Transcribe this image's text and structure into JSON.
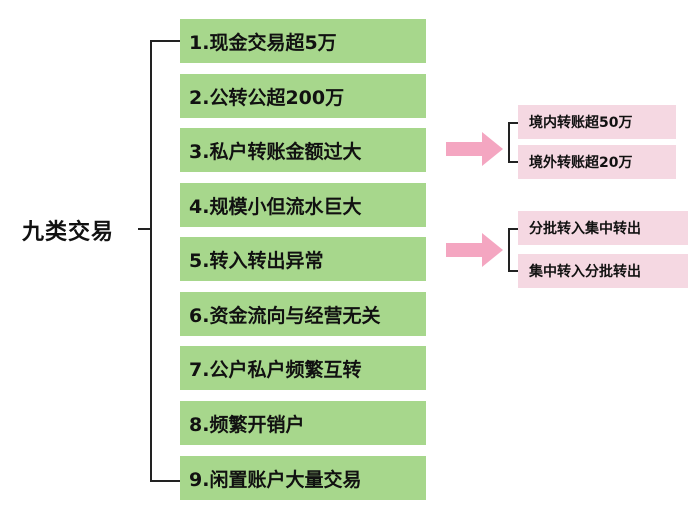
{
  "root": {
    "label": "九类交易"
  },
  "items": [
    {
      "label": "1.现金交易超5万"
    },
    {
      "label": "2.公转公超200万"
    },
    {
      "label": "3.私户转账金额过大",
      "subitems": [
        "境内转账超50万",
        "境外转账超20万"
      ]
    },
    {
      "label": "4.规模小但流水巨大"
    },
    {
      "label": "5.转入转出异常",
      "subitems": [
        "分批转入集中转出",
        "集中转入分批转出"
      ]
    },
    {
      "label": "6.资金流向与经营无关"
    },
    {
      "label": "7.公户私户频繁互转"
    },
    {
      "label": "8.频繁开销户"
    },
    {
      "label": "9.闲置账户大量交易"
    }
  ],
  "colors": {
    "item_fill": "#a7d78c",
    "subitem_fill": "#f5d8e2",
    "arrow": "#f4a6c1",
    "line": "#222222"
  }
}
